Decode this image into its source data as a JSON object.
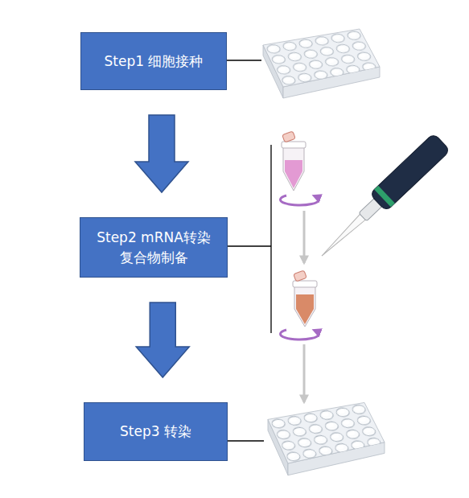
{
  "diagram": {
    "nodes": [
      {
        "text": [
          "Step1 细胞接种"
        ]
      },
      {
        "text": [
          "Step2 mRNA转染 复合物制备"
        ]
      },
      {
        "text": [
          "Step3 转染"
        ]
      }
    ],
    "edges": [
      {
        "from": 0,
        "to": 1,
        "arrow": "to"
      },
      {
        "from": 1,
        "to": 2,
        "arrow": "to"
      }
    ]
  }
}
